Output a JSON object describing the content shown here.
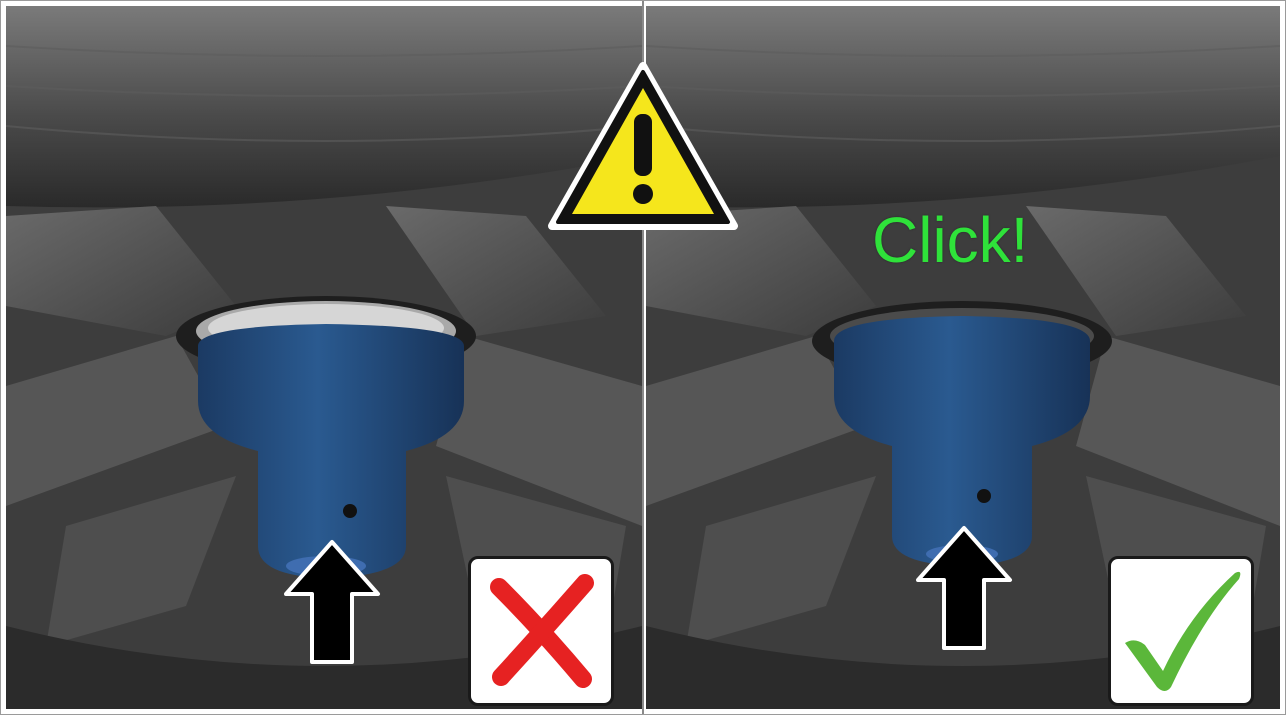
{
  "panels": {
    "left": {
      "verdict": "wrong",
      "badge_icon": "red-x-icon",
      "badge_color": "#e62222"
    },
    "right": {
      "verdict": "correct",
      "badge_icon": "green-checkmark-icon",
      "badge_color": "#5bb73a",
      "caption": "Click!",
      "caption_color": "#2fe23a"
    }
  },
  "warning": {
    "icon": "warning-triangle-icon",
    "fill_color": "#f5e61c",
    "outline_color": "#111111"
  },
  "arrows": {
    "icon": "up-arrow-icon",
    "color": "#000000"
  },
  "colors": {
    "cap": "#24507f",
    "rim": "#3a3a3a",
    "background": "#ffffff"
  }
}
